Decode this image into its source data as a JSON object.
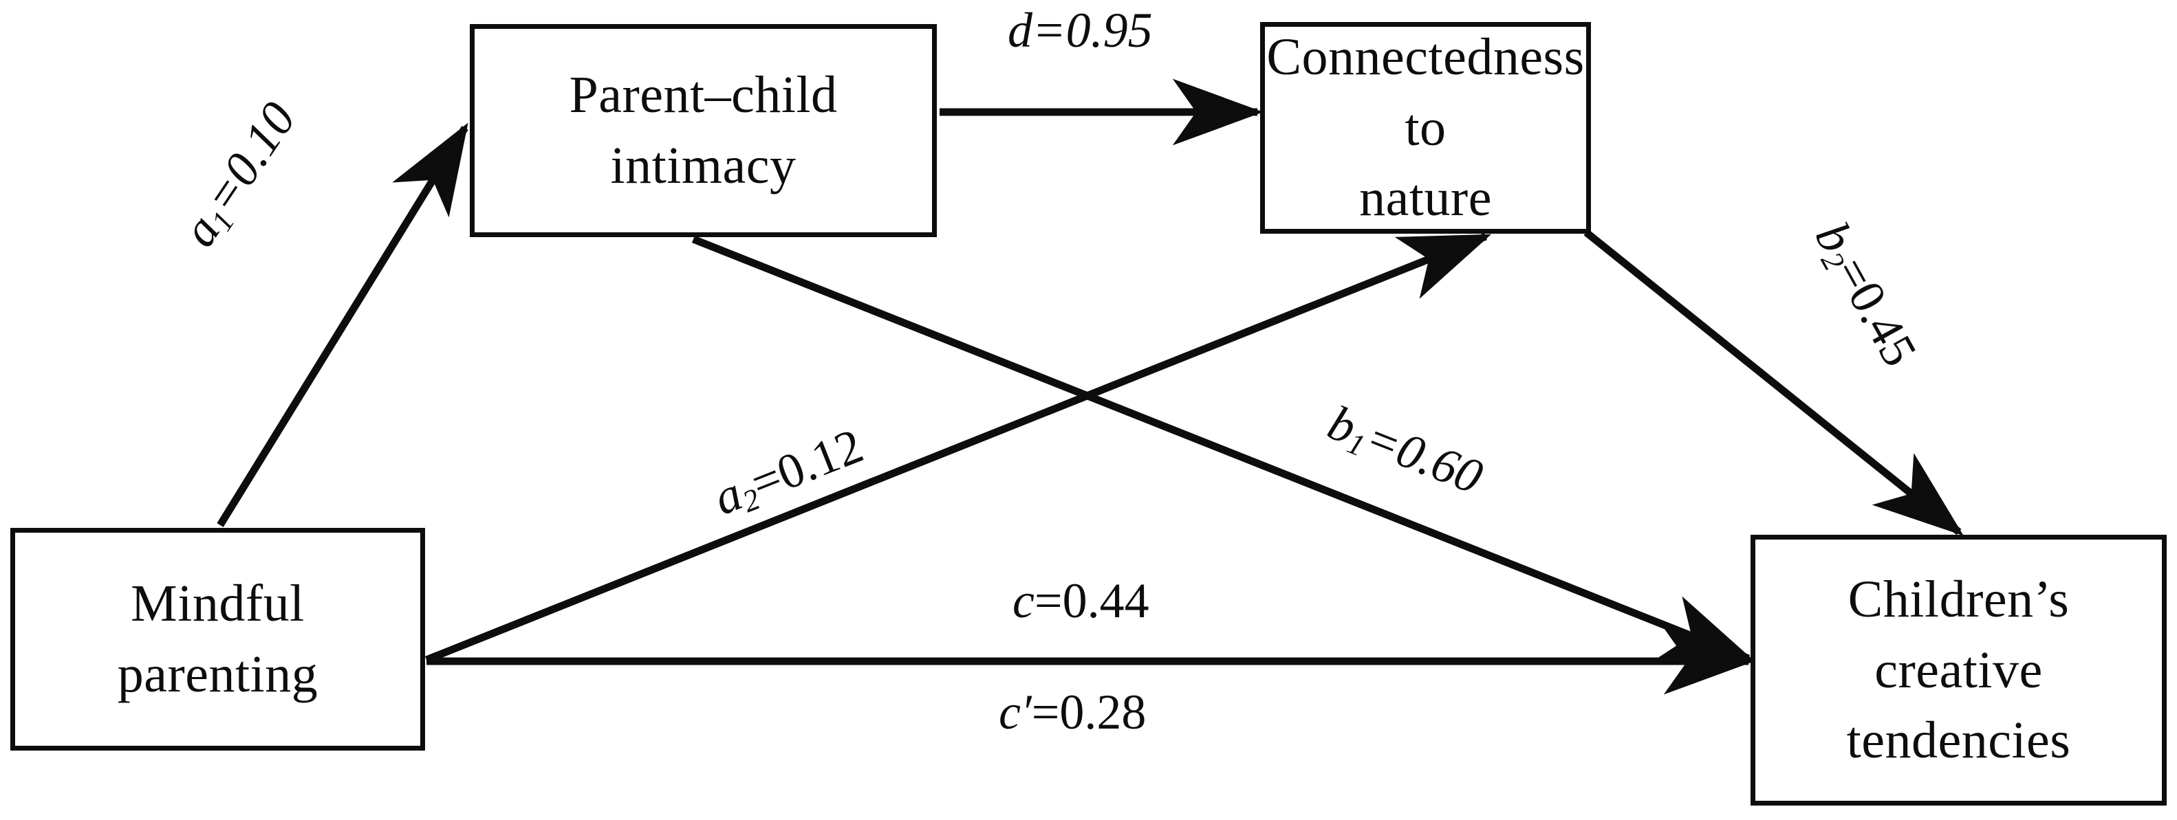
{
  "figure": {
    "type": "path-model-diagram",
    "description": "Serial mediation path diagram: mindful parenting predicting children's creative tendencies through parent-child intimacy and connectedness to nature.",
    "background_color": "#ffffff",
    "line_color": "#0d0d0d"
  },
  "nodes": [
    {
      "id": "mindful_parenting",
      "name": "mindful-parenting",
      "line1": "Mindful",
      "line2": "parenting",
      "line3": ""
    },
    {
      "id": "parent_child",
      "name": "parent-child-intimacy",
      "line1": "Parent–child",
      "line2": "intimacy",
      "line3": ""
    },
    {
      "id": "connectedness",
      "name": "connectedness-to-nature",
      "line1": "Connectedness to",
      "line2": "nature",
      "line3": ""
    },
    {
      "id": "children_creative",
      "name": "childrens-creative-tendencies",
      "line1": "Children’s",
      "line2": "creative",
      "line3": "tendencies"
    }
  ],
  "edges": [
    {
      "id": "a1",
      "name": "edge-a1",
      "symbol": "a",
      "subscript": "1",
      "eq": "=",
      "value": "0.10",
      "label": "a₁=0.10",
      "from": "mindful_parenting",
      "to": "parent_child",
      "style": "italic-all"
    },
    {
      "id": "d",
      "name": "edge-d",
      "symbol": "d",
      "subscript": "",
      "eq": "=",
      "value": "0.95",
      "label": "d=0.95",
      "from": "parent_child",
      "to": "connectedness",
      "style": "italic-all"
    },
    {
      "id": "a2",
      "name": "edge-a2",
      "symbol": "a",
      "subscript": "2",
      "eq": "=",
      "value": "0.12",
      "label": "a₂=0.12",
      "from": "mindful_parenting",
      "to": "connectedness",
      "style": "roman-value"
    },
    {
      "id": "b1",
      "name": "edge-b1",
      "symbol": "b",
      "subscript": "1",
      "eq": "=",
      "value": "0.60",
      "label": "b₁=0.60",
      "from": "parent_child",
      "to": "children_creative",
      "style": "italic-all"
    },
    {
      "id": "b2",
      "name": "edge-b2",
      "symbol": "b",
      "subscript": "2",
      "eq": "=",
      "value": "0.45",
      "label": "b₂=0.45",
      "from": "connectedness",
      "to": "children_creative",
      "style": "roman-value"
    },
    {
      "id": "c",
      "name": "edge-c",
      "symbol": "c",
      "subscript": "",
      "eq": "=",
      "value": "0.44",
      "label": "c=0.44",
      "from": "mindful_parenting",
      "to": "children_creative",
      "style": "roman-value"
    },
    {
      "id": "cp",
      "name": "edge-c-prime",
      "symbol": "c′",
      "subscript": "",
      "eq": "=",
      "value": "0.28",
      "label": "c′=0.28",
      "from": "mindful_parenting",
      "to": "children_creative",
      "style": "roman-value"
    }
  ],
  "chart_data": {
    "type": "diagram",
    "title": "",
    "paths": [
      {
        "path": "a1",
        "coefficient": 0.1
      },
      {
        "path": "d",
        "coefficient": 0.95
      },
      {
        "path": "a2",
        "coefficient": 0.12
      },
      {
        "path": "b1",
        "coefficient": 0.6
      },
      {
        "path": "b2",
        "coefficient": 0.45
      },
      {
        "path": "c",
        "coefficient": 0.44
      },
      {
        "path": "c'",
        "coefficient": 0.28
      }
    ]
  }
}
